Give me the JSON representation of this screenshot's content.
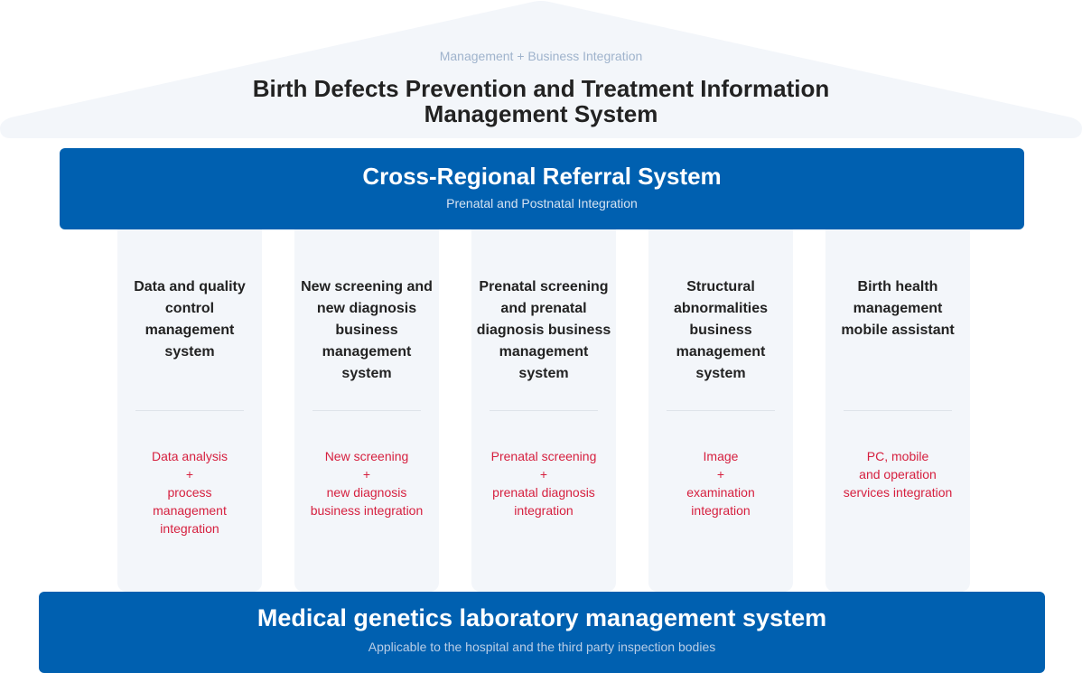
{
  "roof": {
    "subtitle": "Management + Business Integration",
    "title": "Birth Defects Prevention and Treatment Information\nManagement System"
  },
  "referral": {
    "title": "Cross-Regional Referral System",
    "subtitle": "Prenatal and Postnatal Integration"
  },
  "columns": [
    {
      "title": "Data and quality\ncontrol\nmanagement\nsystem",
      "desc": "Data analysis\n+\nprocess\nmanagement\nintegration"
    },
    {
      "title": "New screening and\nnew diagnosis\nbusiness\nmanagement\nsystem",
      "desc": "New screening\n+\nnew diagnosis\nbusiness integration"
    },
    {
      "title": "Prenatal screening\nand prenatal\ndiagnosis business\nmanagement\nsystem",
      "desc": "Prenatal screening\n+\nprenatal diagnosis\nintegration"
    },
    {
      "title": "Structural\nabnormalities\nbusiness\nmanagement\nsystem",
      "desc": "Image\n+\nexamination\nintegration"
    },
    {
      "title": "Birth health\nmanagement\nmobile assistant",
      "desc": "PC, mobile\nand operation\nservices integration"
    }
  ],
  "lab": {
    "title": "Medical genetics laboratory management system",
    "subtitle": "Applicable to the hospital and the third party inspection bodies"
  }
}
